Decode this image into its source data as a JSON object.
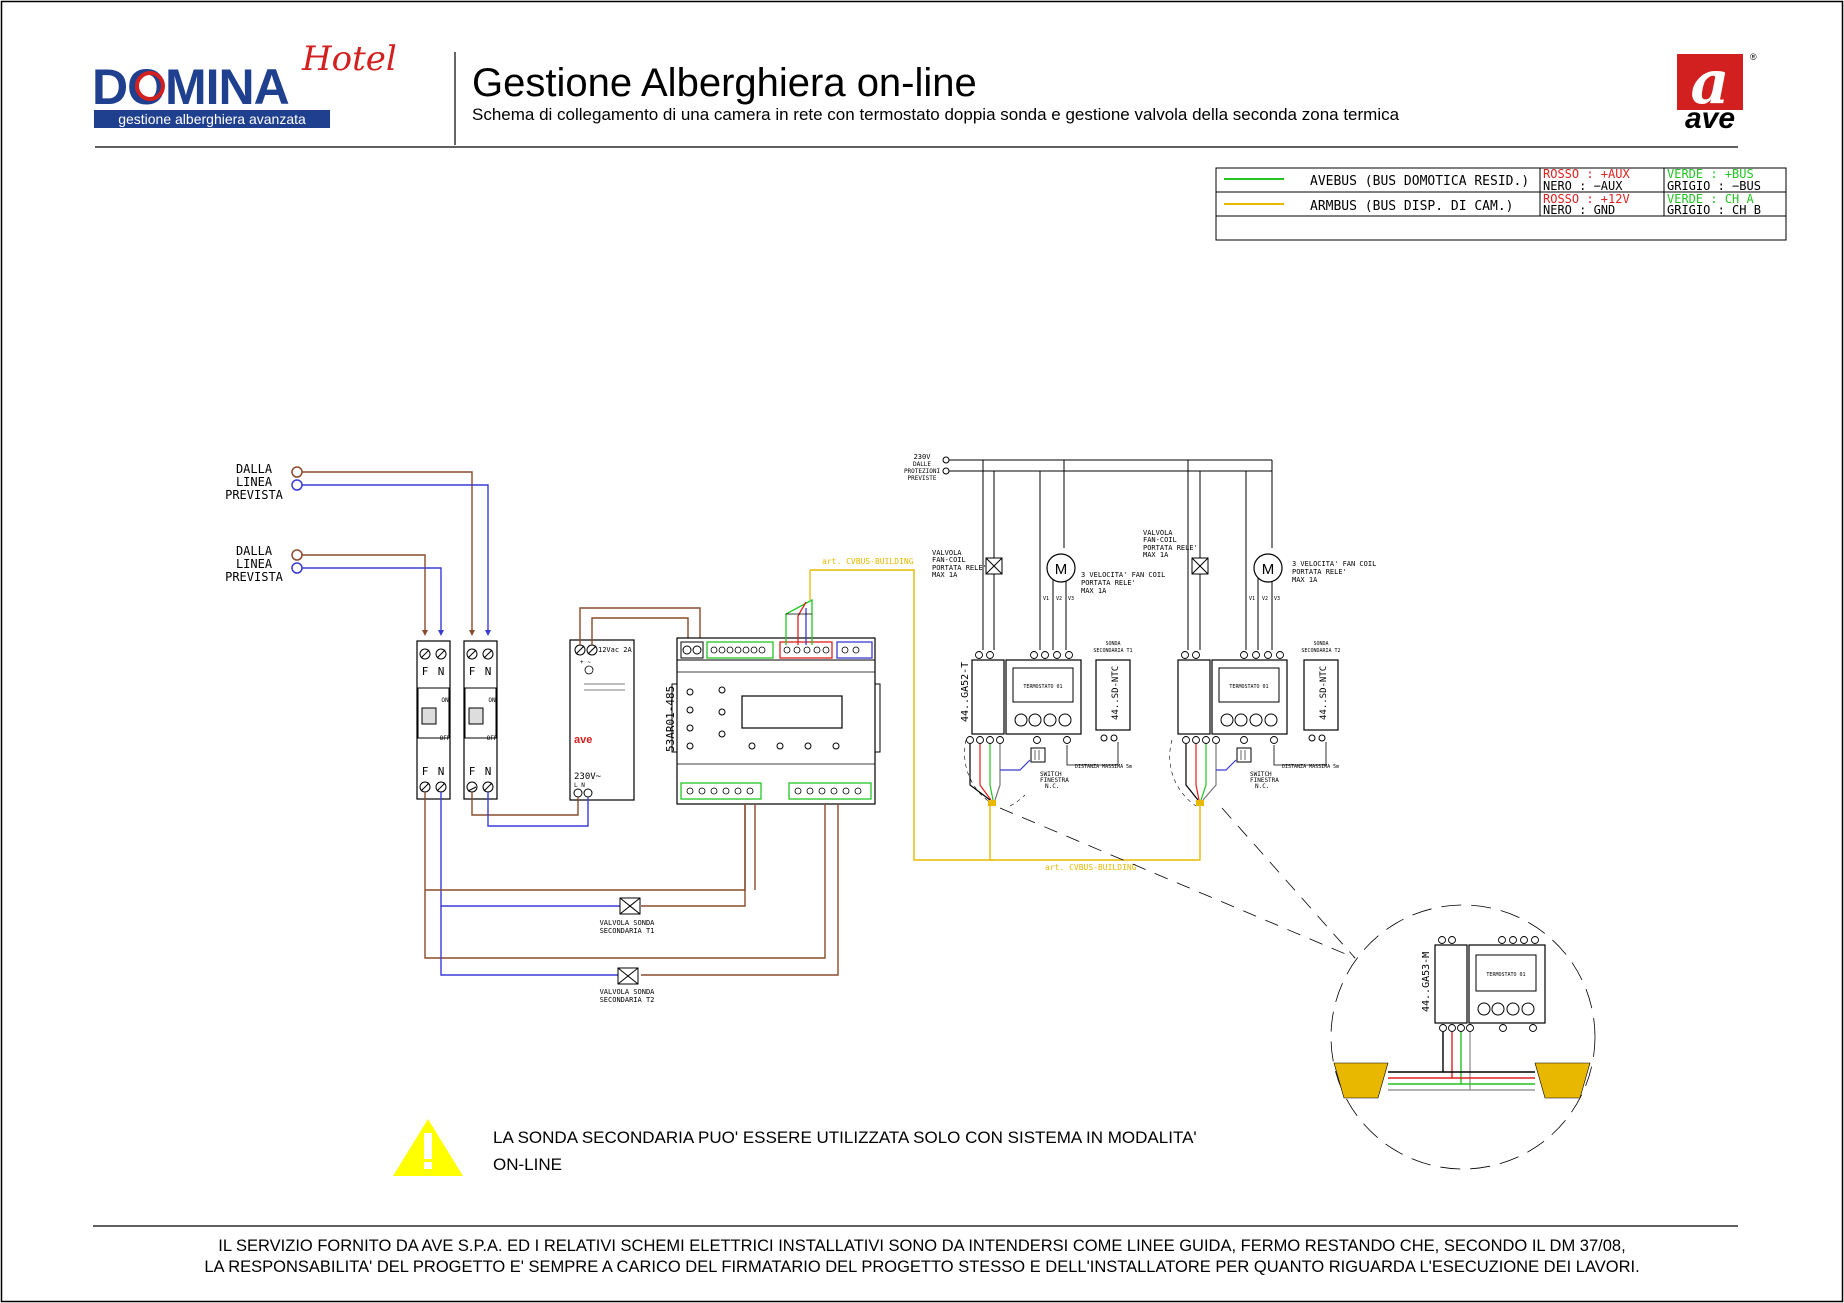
{
  "header": {
    "logo_main": "DOMINA",
    "logo_script": "Hotel",
    "logo_tagline": "gestione alberghiera avanzata",
    "title": "Gestione Alberghiera on-line",
    "subtitle": "Schema di collegamento di una camera in rete con termostato doppia sonda e gestione valvola della seconda zona termica",
    "brand_letter": "a",
    "brand_name": "ave",
    "brand_reg": "®"
  },
  "legend": {
    "rows": [
      {
        "color": "#22c522",
        "label": "AVEBUS (BUS DOMOTICA RESID.)",
        "red_top": "ROSSO  :  +AUX",
        "red_bot": "NERO   :  −AUX",
        "grn_top": "VERDE  :  +BUS",
        "grn_bot": "GRIGIO :  −BUS"
      },
      {
        "color": "#e8b800",
        "label": "ARMBUS (BUS DISP. DI CAM.)",
        "red_top": "ROSSO  :  +12V",
        "red_bot": "NERO   :  GND",
        "grn_top": "VERDE  :  CH A",
        "grn_bot": "GRIGIO :  CH B"
      }
    ]
  },
  "diagram": {
    "source1": [
      "DALLA",
      "LINEA",
      "PREVISTA"
    ],
    "source2": [
      "DALLA",
      "LINEA",
      "PREVISTA"
    ],
    "breaker_labels": {
      "f": "F",
      "n": "N",
      "on": "ON",
      "off": "OFF"
    },
    "psu_out": "12Vac 2A",
    "psu_in": "230V~",
    "psu_in_ln": "L  N",
    "psu_brand": "ave",
    "controller_label": "53AR01-485",
    "cvbus_top": "art. CVBUS-BUILDING",
    "cvbus_bottom": "art. CVBUS-BUILDING",
    "mains": [
      "230V",
      "DALLE",
      "PROTEZIONI",
      "PREVISTE"
    ],
    "valve_fc": [
      "VALVOLA",
      "FAN-COIL",
      "PORTATA RELE'",
      "MAX 1A"
    ],
    "motor_symbol": "M",
    "motor_note": [
      "3 VELOCITA' FAN COIL",
      "PORTATA RELE'",
      "MAX 1A"
    ],
    "speed_labels": [
      "V1",
      "V2",
      "V3"
    ],
    "thermo_code": "44..GA52-T",
    "thermo_screen": "TERMOSTATO 01",
    "probe_code": "44..SD-NTC",
    "probe1_label": [
      "SONDA",
      "SECONDARIA T1"
    ],
    "probe2_label": [
      "SONDA",
      "SECONDARIA T2"
    ],
    "switch_label": [
      "SWITCH",
      "FINESTRA",
      "N.C."
    ],
    "distance": "DISTANZA MASSIMA 5m",
    "valve_t1": [
      "VALVOLA SONDA",
      "SECONDARIA T1"
    ],
    "valve_t2": [
      "VALVOLA SONDA",
      "SECONDARIA T2"
    ],
    "detail_code": "44..GA53-M",
    "detail_screen": "TERMOSTATO 01"
  },
  "warning": {
    "line1": "LA SONDA SECONDARIA PUO' ESSERE UTILIZZATA SOLO CON SISTEMA IN MODALITA'",
    "line2": "ON-LINE"
  },
  "footer": {
    "line1": "IL SERVIZIO FORNITO DA AVE S.P.A. ED I RELATIVI SCHEMI ELETTRICI INSTALLATIVI SONO DA INTENDERSI COME LINEE GUIDA, FERMO RESTANDO CHE, SECONDO IL DM 37/08,",
    "line2": "LA RESPONSABILITA' DEL PROGETTO E' SEMPRE A CARICO DEL FIRMATARIO DEL PROGETTO STESSO E DELL'INSTALLATORE PER QUANTO RIGUARDA L'ESECUZIONE DEI LAVORI."
  },
  "colors": {
    "brown": "#8b4a2b",
    "blue": "#3a3ad8",
    "green": "#22c522",
    "yellow": "#e8b800",
    "red": "#e02020",
    "logo_blue": "#1f3f8f",
    "logo_red": "#d22020"
  }
}
